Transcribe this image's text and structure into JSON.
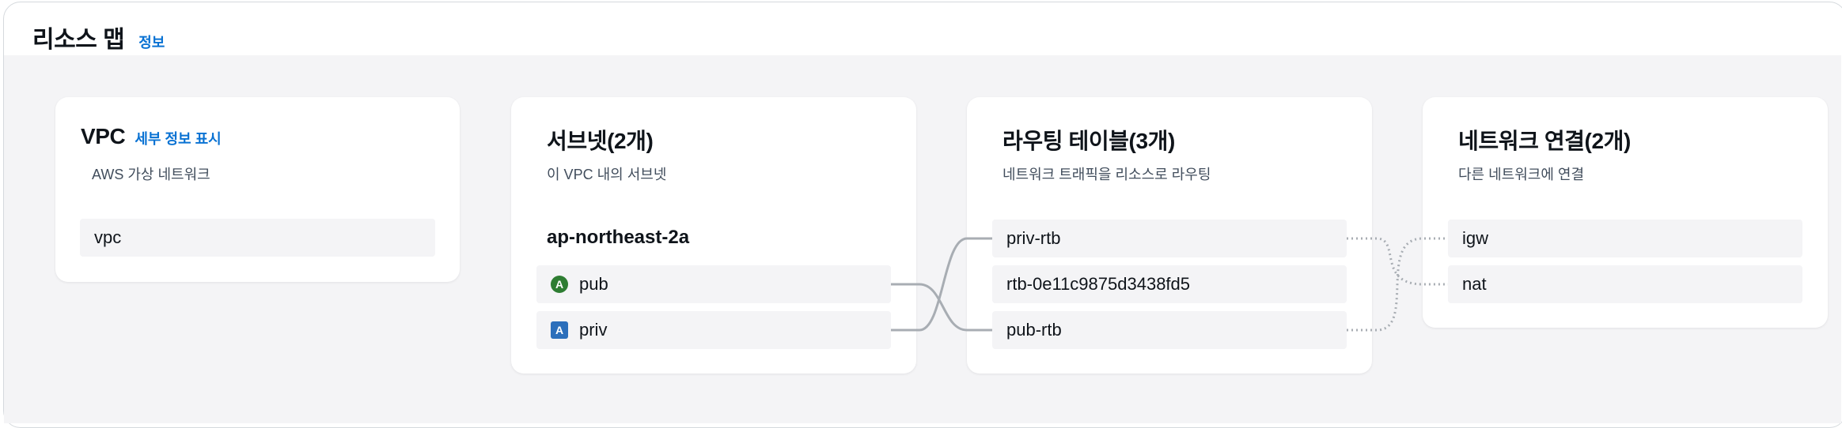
{
  "header": {
    "title": "리소스 맵",
    "info_link": "정보"
  },
  "vpc_card": {
    "title": "VPC",
    "detail_link": "세부 정보 표시",
    "subtitle": "AWS 가상 네트워크",
    "items": [
      {
        "label": "vpc"
      }
    ]
  },
  "subnets_card": {
    "title": "서브넷(2개)",
    "subtitle": "이 VPC 내의 서브넷",
    "az_label": "ap-northeast-2a",
    "items": [
      {
        "label": "pub",
        "badge": "A",
        "badge_icon": "public-subnet-icon",
        "badge_color": "#2e7d32"
      },
      {
        "label": "priv",
        "badge": "A",
        "badge_icon": "private-subnet-icon",
        "badge_color": "#2c6fbb"
      }
    ]
  },
  "route_tables_card": {
    "title": "라우팅 테이블(3개)",
    "subtitle": "네트워크 트래픽을 리소스로 라우팅",
    "items": [
      {
        "label": "priv-rtb"
      },
      {
        "label": "rtb-0e11c9875d3438fd5"
      },
      {
        "label": "pub-rtb"
      }
    ]
  },
  "network_connections_card": {
    "title": "네트워크 연결(2개)",
    "subtitle": "다른 네트워크에 연결",
    "items": [
      {
        "label": "igw"
      },
      {
        "label": "nat"
      }
    ]
  },
  "colors": {
    "link": "#0972d3",
    "canvas_bg": "#f4f4f6",
    "row_bg": "#f4f4f6",
    "connector": "#a8adb3"
  }
}
